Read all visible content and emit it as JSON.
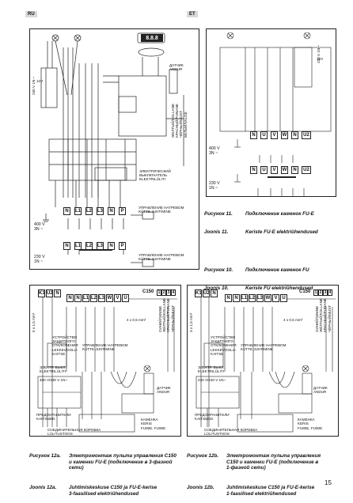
{
  "header": {
    "lang_left": "RU",
    "lang_right": "ET"
  },
  "fig10": {
    "display_label": "8.8.8",
    "label_sensor": "ДАТЧИК\nANDUR",
    "label_switch": "ЭЛЕКТРИЧЕСКИЙ\nВЫКЛЮЧАТЕЛЬ\nELEKTRILÜLITI",
    "label_control": "УПРАВЛЕНИЕ НАГРЕВОМ\nKÜTTE JUHTIMINE",
    "label_400": "400 V\n3N ~",
    "label_230": "230 V\n1N ~",
    "label_230_top": "230 V 1N ~",
    "label_12v": "12V",
    "wire_colors": [
      "ЖЕЛТЫЙ/KOLLANE",
      "КРАСНЫЙ/PUNANE",
      "ЧЁРНЫЙ/MUST",
      "БЕЛЫЙ/VALGE"
    ],
    "terminals_top": [
      "N",
      "L1",
      "L2",
      "L3",
      "N",
      "P"
    ],
    "terminals_bottom": [
      "N",
      "L1",
      "L2",
      "L3",
      "N",
      "P"
    ],
    "caption_ru_num": "Рисунок 10.",
    "caption_ru": "Подключение каменок FU",
    "caption_et_num": "Joonis 10.",
    "caption_et": "Keriste FU elektriühendused"
  },
  "fig11": {
    "terminals_top": [
      "N",
      "U",
      "V",
      "W",
      "N",
      "U2"
    ],
    "terminals_bottom": [
      "N",
      "U",
      "V",
      "W",
      "N",
      "U2"
    ],
    "label_400": "400 V\n3N ~",
    "label_230": "230 V\n1N ~",
    "label_230_top": "230 V 1N ~",
    "label_12v": "12V",
    "caption_ru_num": "Рисунок 11.",
    "caption_ru": "Подключение каменок FU-E",
    "caption_et_num": "Joonis 11.",
    "caption_et": "Keriste FU-E elektriühendused"
  },
  "fig12a": {
    "panel": "C150",
    "terminals_top": [
      "K1",
      "U2",
      "N"
    ],
    "terminals_mid": [
      "N",
      "N",
      "L1",
      "L2",
      "L3",
      "W",
      "V",
      "U"
    ],
    "terminals_small": [
      "1",
      "2",
      "3",
      "4"
    ],
    "wire_colors": [
      "СИНИЙ/SININE",
      "ЖЁЛТЫЙ/KOLLANE",
      "КРАСНЫЙ/PUNANE",
      "ЧЁРНЫЙ/MUST"
    ],
    "label_protect": "УСТРОЙСТВО\nЗАЩИТНОГО\nОТКЛЮЧЕНИЯ\nLEKKEVOOLU-\nKAITSE",
    "label_control": "УПРАВЛЕНИЕ НАГРЕВОМ\nKÜTTE JUHTIMINE",
    "label_switch": "ЭЛЕКТР. ВЫКЛ.\nELEKTRILÜLITI",
    "label_supply": "400 V/230 V 1N~",
    "label_fuses": "ПРЕДОХРАНИТЕЛИ\nKAITSMED",
    "label_sensor": "ДАТЧИК\nANDUR",
    "label_heater": "КАМЕНКА\nKERIS",
    "label_heater_models": "FU90E, FU90E",
    "label_junction": "СОЕДИНИТЕЛЬНАЯ КОРОБКА\nLÜLITUSTOOS",
    "label_cable1": "4 x 0,5 mm²",
    "label_cable2": "5 x 1,5 mm²",
    "caption_ru_num": "Рисунок 12a.",
    "caption_ru": "Электромонтаж пульта управления C150\nи каменки FU-E (подключение в 3-фазной\nсети)",
    "caption_et_num": "Joonis 12a.",
    "caption_et": "Juhtimiskeskuse C150 ja FU-E-kerise\n3-faasilised elektriühendused"
  },
  "fig12b": {
    "panel": "C150",
    "terminals_top": [
      "K1",
      "U2",
      "N"
    ],
    "terminals_mid": [
      "N",
      "N",
      "L1",
      "L2",
      "L3",
      "W",
      "V",
      "U"
    ],
    "terminals_small": [
      "1",
      "2",
      "3",
      "4"
    ],
    "wire_colors": [
      "СИНИЙ/SININE",
      "ЖЁЛТЫЙ/KOLLANE",
      "КРАСНЫЙ/PUNANE",
      "ЧЁРНЫЙ/MUST"
    ],
    "label_protect": "УСТРОЙСТВО\nЗАЩИТНОГО\nОТКЛЮЧЕНИЯ\nLEKKEVOOLU-\nKAITSE",
    "label_control": "УПРАВЛЕНИЕ НАГРЕВОМ\nKÜTTE JUHTIMINE",
    "label_switch": "ЭЛЕКТР. ВЫКЛ.\nELEKTRILÜLITI",
    "label_supply": "230 V/240 V 1N~",
    "label_fuses": "ПРЕДОХРАНИТЕЛИ\nKAITSMED",
    "label_sensor": "ДАТЧИК\nANDUR",
    "label_heater": "КАМЕНКА\nKERIS",
    "label_heater_models": "FU90E, FU90E",
    "label_junction": "СОЕДИНИТЕЛЬНАЯ КОРОБКА\nLÜLITUSTOOS",
    "label_cable1": "4 x 0,5 mm²",
    "label_cable2": "3 x 1,5 mm²",
    "caption_ru_num": "Рисунок 12b.",
    "caption_ru": "Электромонтаж пульта управления\nC150 и каменки FU-E (подключение в\n1-фазной сети)",
    "caption_et_num": "Joonis 12b.",
    "caption_et": "Juhtimiskeskuse C150 ja FU-E-kerise\n1-faasilised elektriühendused"
  },
  "footer": {
    "page_number": "15"
  }
}
